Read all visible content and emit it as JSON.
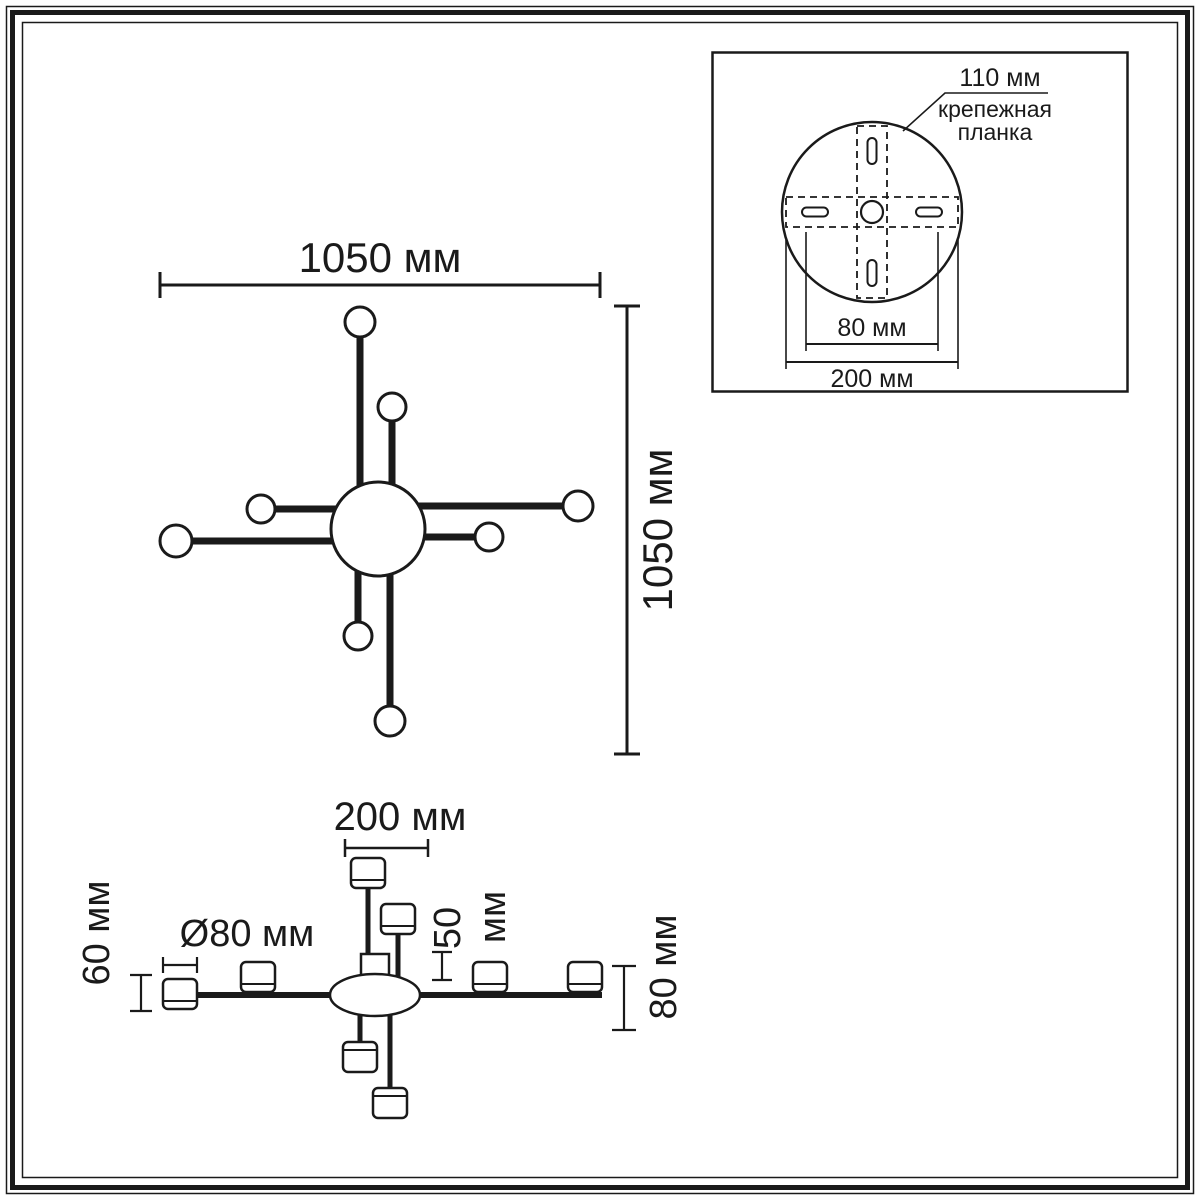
{
  "diagram": {
    "background": "#ffffff",
    "line_color": "#1a1a1a",
    "description": "ceiling-chandelier-dimension-drawing"
  },
  "top_view": {
    "width_label": "1050 мм",
    "height_label": "1050 мм"
  },
  "mount_inset": {
    "plate_width_label": "110 мм",
    "bracket_label_line1": "крепежная",
    "bracket_label_line2": "планка",
    "hole_spacing_label": "80 мм",
    "plate_diameter_label": "200 мм"
  },
  "side_view": {
    "top_spacing_label": "200 мм",
    "shade_height_left_label": "60 мм",
    "shade_diameter_label": "Ø80 мм",
    "stem_height_value": "50",
    "stem_height_unit": "мм",
    "shade_height_right_label": "80 мм"
  }
}
